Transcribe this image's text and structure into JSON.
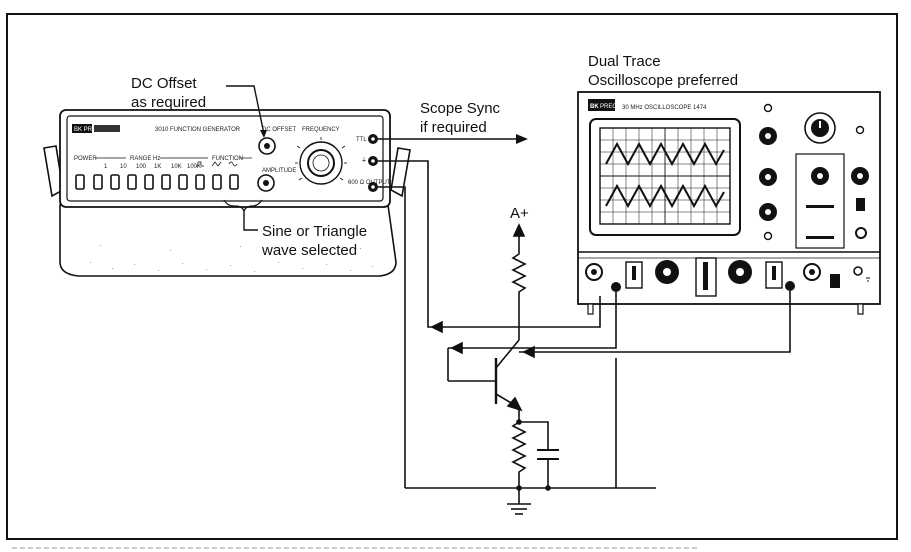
{
  "labels": {
    "dc_offset": [
      "DC Offset",
      "as required"
    ],
    "scope_sync": [
      "Scope Sync",
      "if required"
    ],
    "dual_trace": [
      "Dual Trace",
      "Oscilloscope preferred"
    ],
    "wave_selected": [
      "Sine or Triangle",
      "wave selected"
    ],
    "supply": "A+"
  },
  "generator": {
    "brand": "BK PRECISION",
    "model_text": "3010 FUNCTION GENERATOR",
    "power_label": "POWER",
    "range_label": "RANGE Hz",
    "function_label": "FUNCTION",
    "range_values": [
      "1",
      "10",
      "100",
      "1K",
      "10K",
      "100K"
    ],
    "dc_offset_knob": "DC OFFSET",
    "frequency_knob": "FREQUENCY",
    "amplitude_knob": "AMPLITUDE",
    "ttl_jack": "TTL",
    "output_jack": "600 Ω OUTPUT"
  },
  "oscilloscope": {
    "brand": "PRECISION",
    "model_text": "30 MHz OSCILLOSCOPE 1474"
  }
}
